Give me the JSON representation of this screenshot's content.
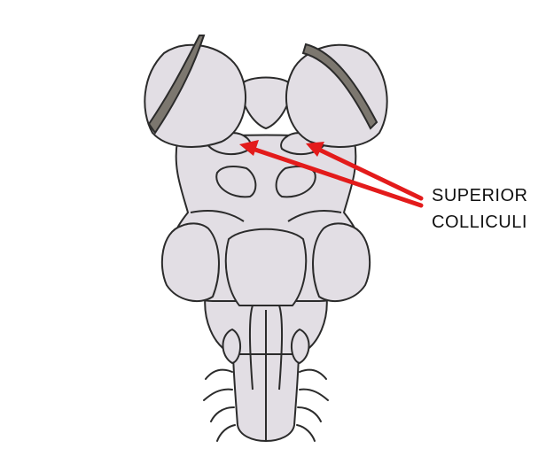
{
  "diagram": {
    "label_lines": [
      "SUPERIOR",
      "COLLICULI"
    ],
    "colors": {
      "tissue_fill": "#e2dee4",
      "outline": "#2b2b2b",
      "dark_band": "#7c776f",
      "arrow": "#e31b1b"
    },
    "parts": [
      "left-thalamus",
      "right-thalamus",
      "superior-colliculus-left",
      "superior-colliculus-right",
      "inferior-colliculus-left",
      "inferior-colliculus-right",
      "middle-cerebellar-peduncle-left",
      "middle-cerebellar-peduncle-right",
      "medulla",
      "cranial-nerve-roots-left",
      "cranial-nerve-roots-right"
    ]
  }
}
